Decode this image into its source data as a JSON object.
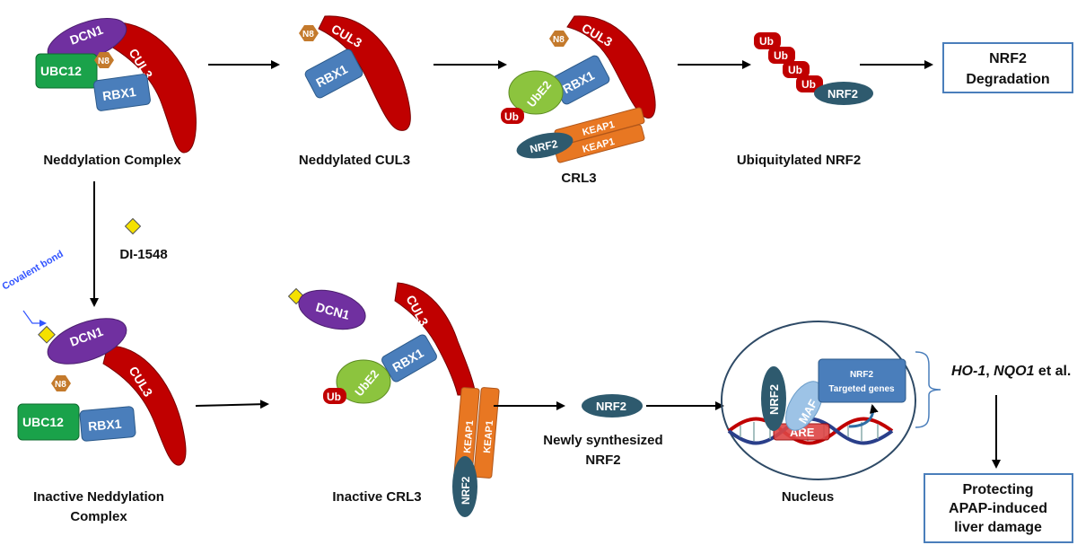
{
  "captions": {
    "neddylation_complex": "Neddylation Complex",
    "neddylated_cul3": "Neddylated CUL3",
    "crl3": "CRL3",
    "ubiquitylated_nrf2": "Ubiquitylated NRF2",
    "inactive_neddylation_line1": "Inactive Neddylation",
    "inactive_neddylation_line2": "Complex",
    "inactive_crl3": "Inactive CRL3",
    "newly_synth_line1": "Newly synthesized",
    "newly_synth_line2": "NRF2",
    "nucleus": "Nucleus"
  },
  "proteins": {
    "dcn1": "DCN1",
    "cul3": "CUL3",
    "ubc12": "UBC12",
    "rbx1": "RBX1",
    "n8": "N8",
    "ube2": "UbE2",
    "ub": "Ub",
    "keap1": "KEAP1",
    "nrf2": "NRF2",
    "maf": "MAF",
    "are": "ARE"
  },
  "compound": {
    "name": "DI-1548",
    "covalent_label": "Covalent bond"
  },
  "targeted_genes": {
    "line1": "NRF2",
    "line2": "Targeted genes"
  },
  "genes": {
    "ho1": "HO-1",
    "sep": ", ",
    "nqo1": "NQO1",
    "suffix": " et al."
  },
  "degradation_box": {
    "line1": "NRF2",
    "line2": "Degradation"
  },
  "protecting_box": {
    "line1": "Protecting",
    "line2": "APAP-induced",
    "line3": "liver damage"
  },
  "colors": {
    "cul3": "#c00000",
    "dcn1": "#7030a0",
    "ubc12": "#1aa24a",
    "rbx1": "#4a7ebb",
    "n8": "#c47a2c",
    "ube2": "#8cc43e",
    "keap1": "#e87722",
    "nrf2": "#2e5a6e",
    "box_border": "#4a7ebb",
    "covalent_label": "#3355ff",
    "compound": "#f5e100"
  }
}
